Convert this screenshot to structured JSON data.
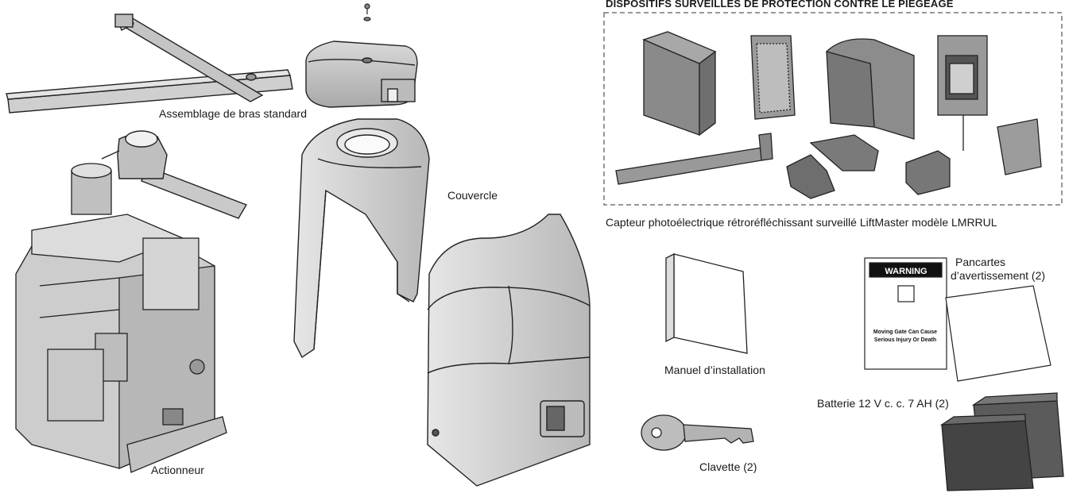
{
  "section_title": "DISPOSITIFS SURVEILLÉS DE PROTECTION CONTRE LE PIÉGEAGE",
  "labels": {
    "arm": "Assemblage de bras standard",
    "cover": "Couvercle",
    "actuator": "Actionneur",
    "sensor": "Capteur photoélectrique rétroréfléchissant surveillé LiftMaster modèle LMRRUL",
    "manual": "Manuel d’installation",
    "warning_signs_line1": "Pancartes",
    "warning_signs_line2": "d’avertissement (2)",
    "key": "Clavette (2)",
    "battery": "Batterie 12 V c. c. 7 AH (2)"
  },
  "warning_sign": {
    "header": "WARNING",
    "line1": "Moving Gate Can Cause",
    "line2": "Serious Injury Or Death"
  },
  "colors": {
    "part_fill": "#cfcfcf",
    "part_dark": "#8a8a8a",
    "outline": "#222222",
    "dash_border": "#777777"
  }
}
